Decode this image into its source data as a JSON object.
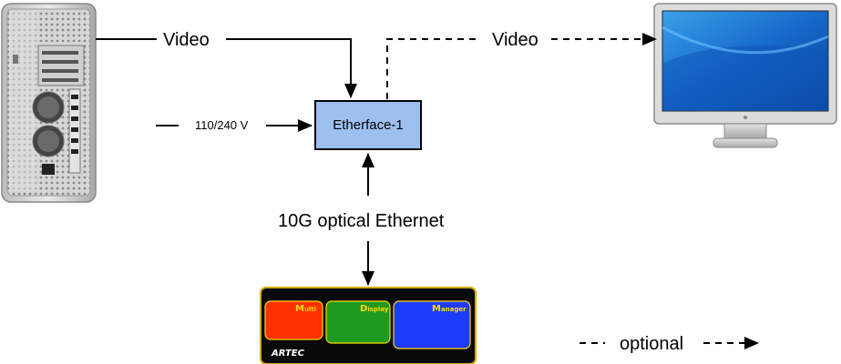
{
  "labels": {
    "video_in": "Video",
    "video_out": "Video",
    "power": "110/240 V",
    "device": "Etherface-1",
    "network": "10G optical Ethernet",
    "legend_optional": "optional"
  },
  "panel": {
    "segments": [
      {
        "initial": "M",
        "rest": "ulti",
        "color": "#ff3000"
      },
      {
        "initial": "D",
        "rest": "isplay",
        "color": "#1e9a1e"
      },
      {
        "initial": "M",
        "rest": "anager",
        "color": "#1e3cff"
      }
    ],
    "logo": "ARTEC"
  },
  "colors": {
    "device_fill": "#9ec0f0",
    "panel_border": "#d8a800",
    "panel_text": "#ffd800"
  },
  "icons": {
    "computer": "tower-computer-icon",
    "monitor": "lcd-monitor-icon"
  }
}
